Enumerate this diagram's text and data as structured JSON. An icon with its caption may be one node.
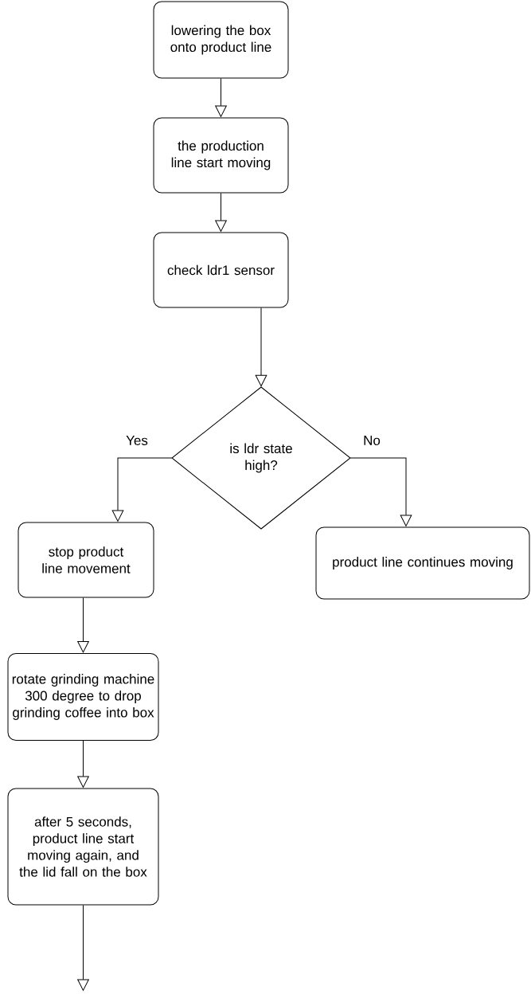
{
  "diagram": {
    "nodes": [
      {
        "text": [
          "lowering the box onto product line"
        ]
      },
      {
        "text": [
          "the production line start moving"
        ]
      },
      {
        "text": [
          "check ldr1 sensor"
        ]
      },
      {
        "text": [
          "is ldr state high?"
        ]
      },
      {
        "text": [
          "stop product line movement"
        ]
      },
      {
        "text": [
          "product line continues moving"
        ]
      },
      {
        "text": [
          "rotate grinding machine 300 degree to drop grinding coffee into box"
        ]
      },
      {
        "text": [
          "after 5 seconds, product line start moving again, and the lid fall on the box"
        ]
      }
    ],
    "edges": [
      {
        "from": 0,
        "to": 1,
        "arrow": "to"
      },
      {
        "from": 1,
        "to": 2,
        "arrow": "to"
      },
      {
        "from": 2,
        "to": 3,
        "arrow": "to"
      },
      {
        "from": 3,
        "to": 4,
        "arrow": "to",
        "label": "Yes"
      },
      {
        "from": 3,
        "to": 5,
        "arrow": "to",
        "label": "No"
      },
      {
        "from": 4,
        "to": 6,
        "arrow": "to"
      },
      {
        "from": 6,
        "to": 7,
        "arrow": "to"
      },
      {
        "from": 7,
        "to": null,
        "arrow": "to"
      }
    ]
  }
}
